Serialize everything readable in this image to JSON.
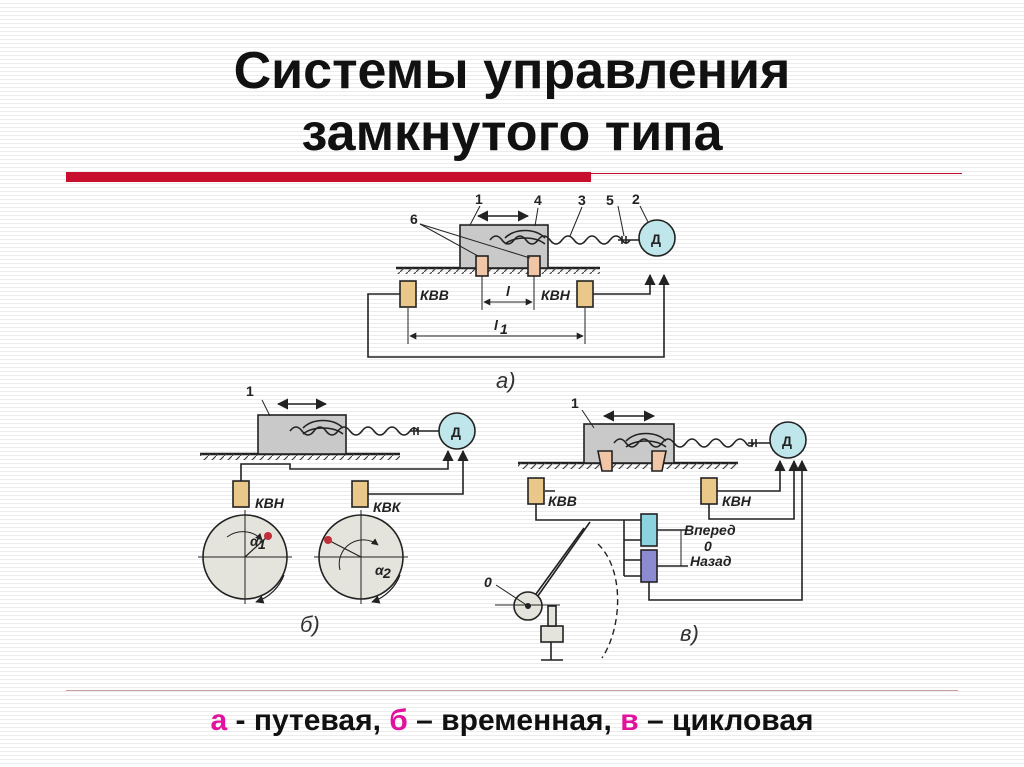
{
  "title": {
    "line1": "Системы управления",
    "line2": "замкнутого типа"
  },
  "diagram_a": {
    "caption": "а)",
    "motor": "Д",
    "switch_left": "КВВ",
    "switch_right": "КВН",
    "dim_l": "l",
    "dim_l1": "l",
    "dim_l1_sub": "1",
    "num_1": "1",
    "num_2": "2",
    "num_3": "3",
    "num_4": "4",
    "num_5": "5",
    "num_6": "6"
  },
  "diagram_b": {
    "caption": "б)",
    "motor": "Д",
    "switch_left": "КВН",
    "switch_right": "КВК",
    "num_1": "1",
    "alpha1": "α",
    "alpha1_sub": "1",
    "alpha2": "α",
    "alpha2_sub": "2"
  },
  "diagram_v": {
    "caption": "в)",
    "motor": "Д",
    "switch_left": "КВВ",
    "switch_right": "КВН",
    "num_1": "1",
    "forward": "Вперед",
    "backward": "Назад",
    "zero1": "0",
    "zero2": "0"
  },
  "caption": {
    "a_letter": "а",
    "a_text": " - путевая, ",
    "b_letter": "б",
    "b_text": " – временная, ",
    "v_letter": "в",
    "v_text": " – цикловая"
  },
  "colors": {
    "accent_red": "#c8102e",
    "caption_letter": "#e0129e",
    "motor_fill": "#bfe6ea",
    "switch_fill": "#e9c889",
    "cam_fill": "#f1c6a6",
    "table_fill": "#c9c9c9",
    "valve_top": "#8ad3df",
    "valve_bottom": "#8c8ad0"
  }
}
